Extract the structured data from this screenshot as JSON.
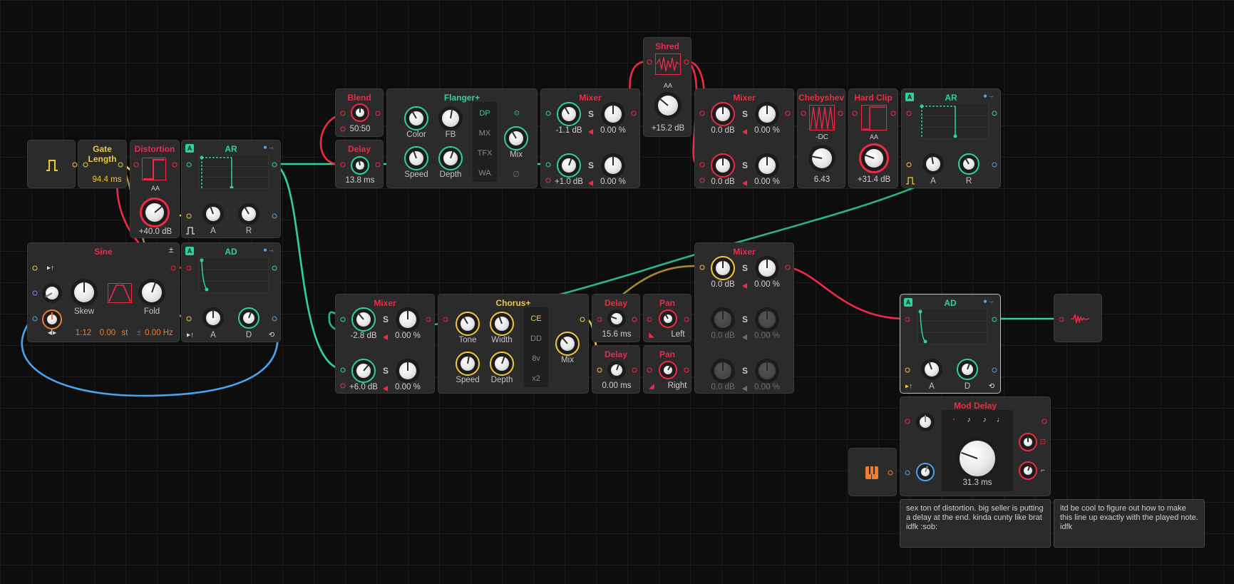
{
  "devices": {
    "gate": {
      "icon": "pulse-icon"
    },
    "gate_length": {
      "title": "Gate Length",
      "value": "94.4 ms"
    },
    "distortion": {
      "title": "Distortion",
      "aa": "AA",
      "value": "+40.0 dB"
    },
    "ar_top": {
      "title": "AR",
      "badge": "A",
      "a": "A",
      "r": "R"
    },
    "sine": {
      "title": "Sine",
      "plus": "±",
      "skew": "Skew",
      "fold": "Fold",
      "ratio": "1:12",
      "st_val": "0.00",
      "st": "st",
      "hz": "0.00 Hz",
      "pm": "±"
    },
    "ad_left": {
      "title": "AD",
      "badge": "A",
      "a": "A",
      "d": "D"
    },
    "blend": {
      "title": "Blend",
      "value": "50:50"
    },
    "delay_a": {
      "title": "Delay",
      "value": "13.8 ms"
    },
    "flanger": {
      "title": "Flanger+",
      "color": "Color",
      "fb": "FB",
      "speed": "Speed",
      "depth": "Depth",
      "mix": "Mix",
      "modes": [
        "DP",
        "MX",
        "TFX",
        "WA"
      ],
      "phase": "∅"
    },
    "mixer_top": {
      "title": "Mixer",
      "v1": "-1.1 dB",
      "p1": "0.00 %",
      "v2": "+1.0 dB",
      "p2": "0.00 %",
      "s": "S"
    },
    "shred": {
      "title": "Shred",
      "aa": "AA",
      "value": "+15.2 dB"
    },
    "mixer_top2": {
      "title": "Mixer",
      "v1": "0.0 dB",
      "p1": "0.00 %",
      "v2": "0.0 dB",
      "p2": "0.00 %",
      "s": "S"
    },
    "chebyshev": {
      "title": "Chebyshev",
      "dc": "-DC",
      "value": "6.43"
    },
    "hardclip": {
      "title": "Hard Clip",
      "aa": "AA",
      "value": "+31.4 dB"
    },
    "ar_right": {
      "title": "AR",
      "badge": "A",
      "a": "A",
      "r": "R"
    },
    "mixer_mid": {
      "title": "Mixer",
      "v1": "-2.8 dB",
      "p1": "0.00 %",
      "v2": "+6.0 dB",
      "p2": "0.00 %",
      "s": "S"
    },
    "chorus": {
      "title": "Chorus+",
      "tone": "Tone",
      "width": "Width",
      "speed": "Speed",
      "depth": "Depth",
      "mix": "Mix",
      "modes": [
        "CE",
        "DD",
        "8v",
        "x2"
      ]
    },
    "delay_b": {
      "title": "Delay",
      "value": "15.6 ms"
    },
    "delay_c": {
      "title": "Delay",
      "value": "0.00 ms"
    },
    "pan_left": {
      "title": "Pan",
      "value": "Left"
    },
    "pan_right": {
      "title": "Pan",
      "value": "Right"
    },
    "mixer_right": {
      "title": "Mixer",
      "v1": "0.0 dB",
      "p1": "0.00 %",
      "v2": "0.0 dB",
      "p2": "0.00 %",
      "v3": "0.0 dB",
      "p3": "0.00 %",
      "s": "S"
    },
    "ad_right": {
      "title": "AD",
      "badge": "A",
      "a": "A",
      "d": "D"
    },
    "audio_out": {
      "icon": "audio-out-icon"
    },
    "mod_delay": {
      "title": "Mod Delay",
      "value": "31.3 ms"
    },
    "note_in": {
      "icon": "piano-keys-icon"
    }
  },
  "notes": [
    "sex ton of distortion. big seller is putting a delay at the end. kinda cunty like brat idfk :sob:",
    "itd be cool to figure out how to make this line up exactly with the played note. idfk"
  ],
  "colors": {
    "audio": "#ee2b45",
    "mod": "#2fd39a",
    "note": "#f2c83b",
    "control": "#4aa3ef",
    "background": "#0d0d0d",
    "panel": "#2b2b2b"
  }
}
